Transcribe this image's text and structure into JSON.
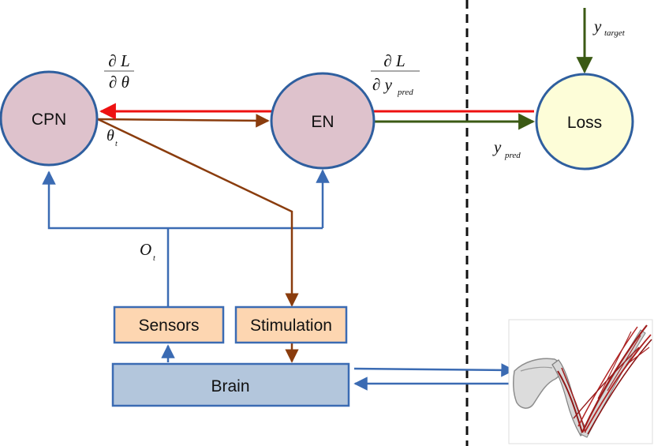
{
  "nodes": {
    "cpn": "CPN",
    "en": "EN",
    "loss": "Loss",
    "sensors": "Sensors",
    "stimulation": "Stimulation",
    "brain": "Brain"
  },
  "math": {
    "dL_dtheta_num": "∂ L",
    "dL_dtheta_den": "∂ θ",
    "dL_dypred_num": "∂ L",
    "dL_dypred_den_main": "∂ y",
    "dL_dypred_den_sub": "pred",
    "theta_main": "θ",
    "theta_sub": "t",
    "o_main": "O",
    "o_sub": "t",
    "y_target_main": "y",
    "y_target_sub": "target",
    "y_pred_main": "y",
    "y_pred_sub": "pred"
  },
  "colors": {
    "node_fill": "#dec2cc",
    "node_stroke": "#2f5f9f",
    "loss_fill": "#fdfdd8",
    "box_fill": "#fdd6b1",
    "brain_fill": "#b3c6dc",
    "blue_arrow": "#3b6bb3",
    "red_arrow": "#ee1111",
    "brown_arrow": "#8a3c0d",
    "green_arrow": "#3b5a14",
    "divider": "#111111"
  },
  "arm_image": {
    "icon": "musculoskeletal-arm-icon"
  }
}
